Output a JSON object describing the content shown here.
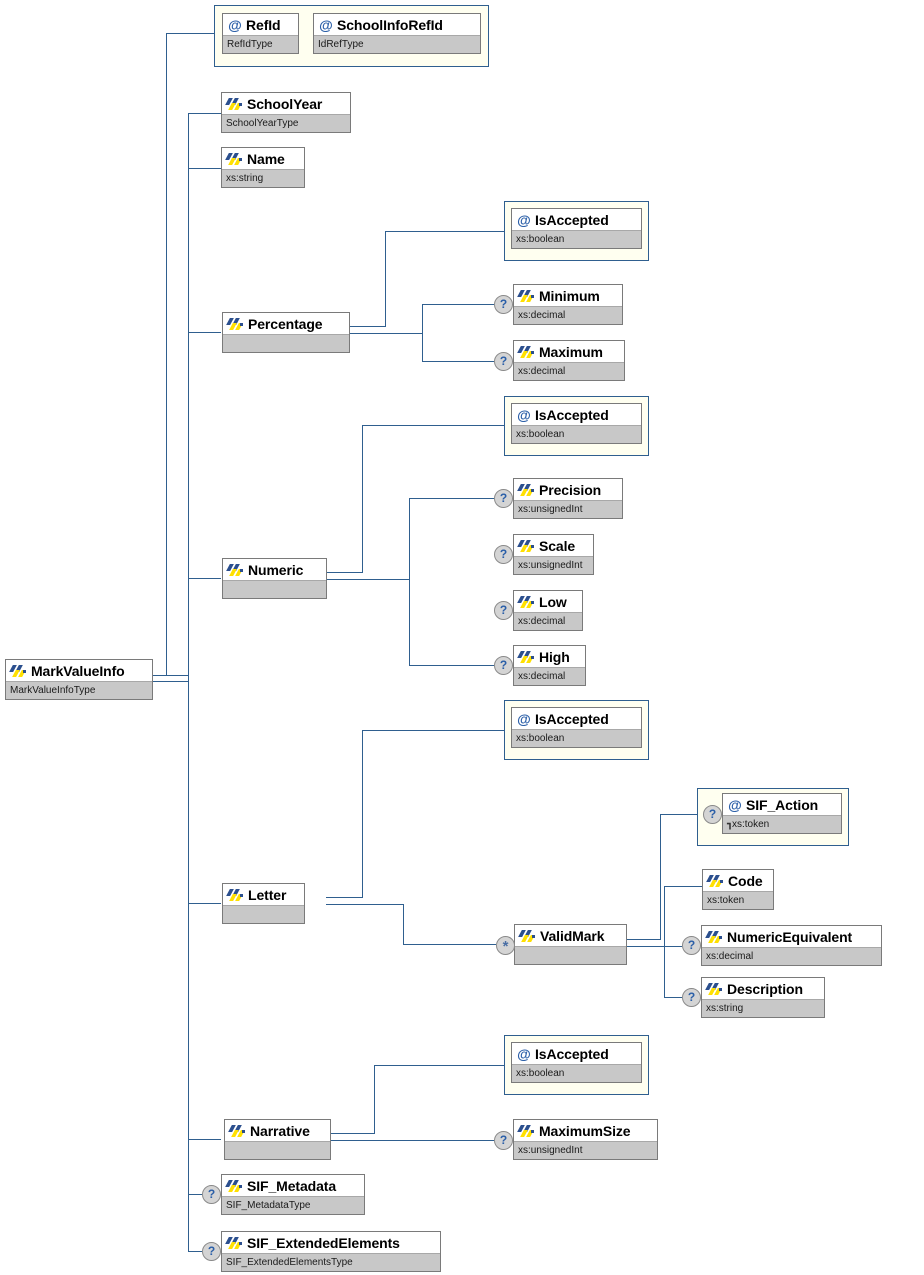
{
  "diagram": {
    "title": "MarkValueInfo",
    "root": {
      "name": "MarkValueInfo",
      "type": "MarkValueInfoType"
    },
    "colors": {
      "line": "#2f5f8f",
      "attribute_container_bg": "#fffff0",
      "node_border": "#7a7a7a",
      "type_bar_bg": "#c8c8c8",
      "icon_blue": "#2b4f8e",
      "icon_yellow": "#ffe000",
      "occurrence_bg": "#d4d4d4"
    },
    "icons": {
      "attribute": "@",
      "element": "element-icon",
      "optional": "?",
      "repeating": "*"
    }
  },
  "nodes": {
    "refid": {
      "name": "RefId",
      "type": "RefIdType",
      "kind": "attribute",
      "occ": ""
    },
    "schoolinforefid": {
      "name": "SchoolInfoRefId",
      "type": "IdRefType",
      "kind": "attribute",
      "occ": ""
    },
    "schoolyear": {
      "name": "SchoolYear",
      "type": "SchoolYearType",
      "kind": "element",
      "occ": ""
    },
    "name": {
      "name": "Name",
      "type": "xs:string",
      "kind": "element",
      "occ": ""
    },
    "percentage": {
      "name": "Percentage",
      "type": "",
      "kind": "element",
      "occ": ""
    },
    "pct_isaccepted": {
      "name": "IsAccepted",
      "type": "xs:boolean",
      "kind": "attribute",
      "occ": ""
    },
    "minimum": {
      "name": "Minimum",
      "type": "xs:decimal",
      "kind": "element",
      "occ": "?"
    },
    "maximum": {
      "name": "Maximum",
      "type": "xs:decimal",
      "kind": "element",
      "occ": "?"
    },
    "numeric": {
      "name": "Numeric",
      "type": "",
      "kind": "element",
      "occ": ""
    },
    "num_isaccepted": {
      "name": "IsAccepted",
      "type": "xs:boolean",
      "kind": "attribute",
      "occ": ""
    },
    "precision": {
      "name": "Precision",
      "type": "xs:unsignedInt",
      "kind": "element",
      "occ": "?"
    },
    "scale": {
      "name": "Scale",
      "type": "xs:unsignedInt",
      "kind": "element",
      "occ": "?"
    },
    "low": {
      "name": "Low",
      "type": "xs:decimal",
      "kind": "element",
      "occ": "?"
    },
    "high": {
      "name": "High",
      "type": "xs:decimal",
      "kind": "element",
      "occ": "?"
    },
    "letter": {
      "name": "Letter",
      "type": "",
      "kind": "element",
      "occ": ""
    },
    "let_isaccepted": {
      "name": "IsAccepted",
      "type": "xs:boolean",
      "kind": "attribute",
      "occ": ""
    },
    "validmark": {
      "name": "ValidMark",
      "type": "",
      "kind": "element",
      "occ": "*"
    },
    "sif_action": {
      "name": "SIF_Action",
      "type": "xs:token",
      "kind": "attribute",
      "occ": "?",
      "restricted": true
    },
    "code": {
      "name": "Code",
      "type": "xs:token",
      "kind": "element",
      "occ": ""
    },
    "numericequivalent": {
      "name": "NumericEquivalent",
      "type": "xs:decimal",
      "kind": "element",
      "occ": "?"
    },
    "description": {
      "name": "Description",
      "type": "xs:string",
      "kind": "element",
      "occ": "?"
    },
    "narrative": {
      "name": "Narrative",
      "type": "",
      "kind": "element",
      "occ": ""
    },
    "nar_isaccepted": {
      "name": "IsAccepted",
      "type": "xs:boolean",
      "kind": "attribute",
      "occ": ""
    },
    "maximumsize": {
      "name": "MaximumSize",
      "type": "xs:unsignedInt",
      "kind": "element",
      "occ": "?"
    },
    "sif_metadata": {
      "name": "SIF_Metadata",
      "type": "SIF_MetadataType",
      "kind": "element",
      "occ": "?"
    },
    "sif_extendedelements": {
      "name": "SIF_ExtendedElements",
      "type": "SIF_ExtendedElementsType",
      "kind": "element",
      "occ": "?"
    }
  }
}
